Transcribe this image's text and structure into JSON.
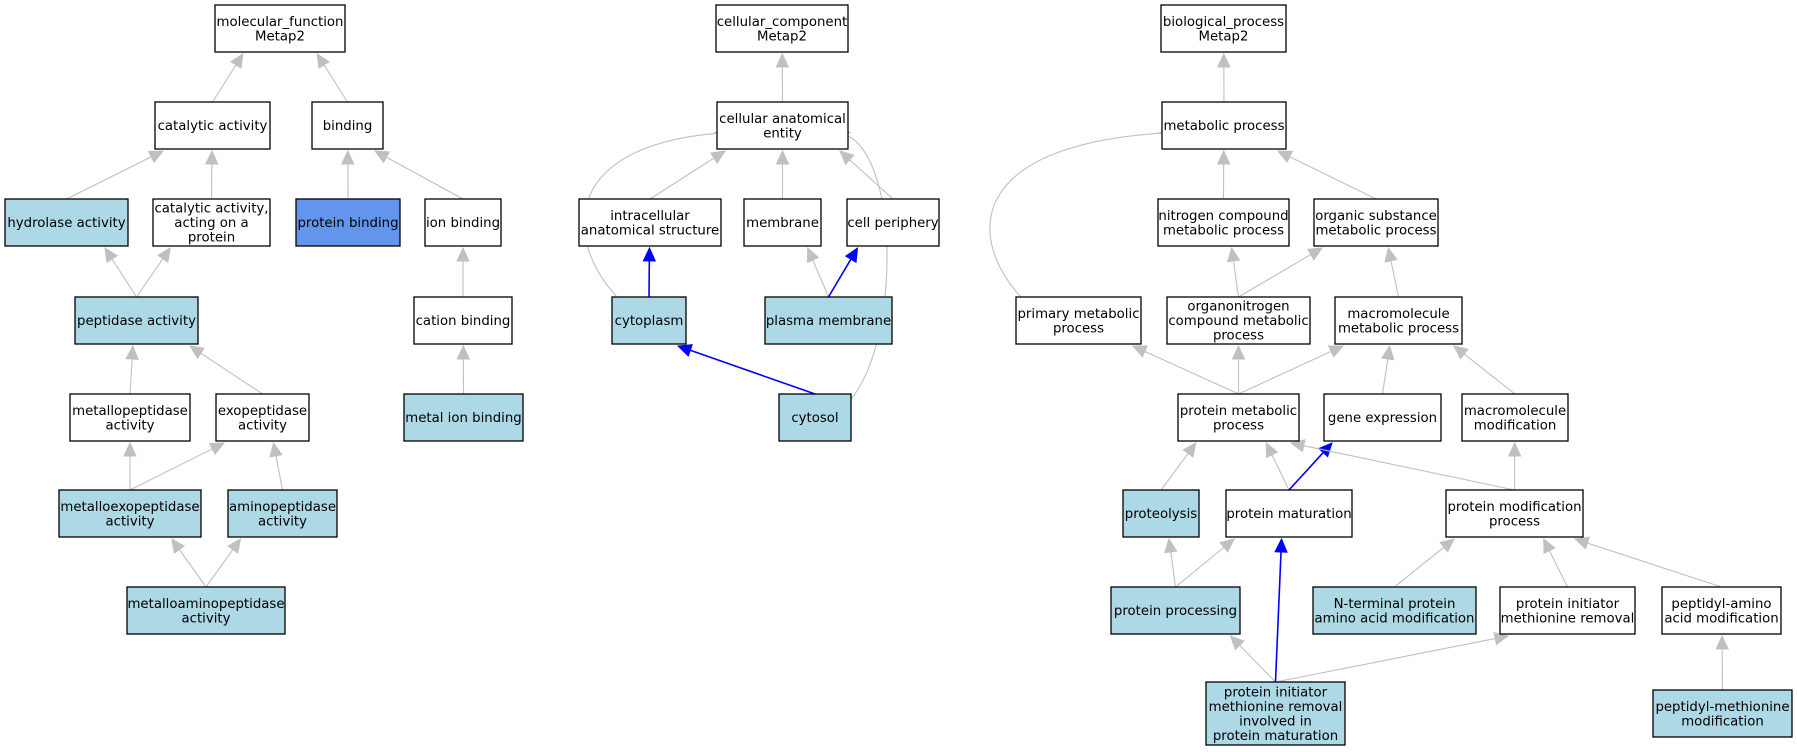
{
  "colors": {
    "plain": "#ffffff",
    "annotated": "#add8e6",
    "highlighted": "#6495ed",
    "edge_gray": "#c0c0c0",
    "edge_blue": "#0000ff"
  },
  "graphs": [
    {
      "root": "molecular_function",
      "nodes": [
        {
          "id": "mf",
          "lines": [
            "molecular_function",
            "Metap2"
          ],
          "fill": "plain"
        },
        {
          "id": "catalytic",
          "lines": [
            "catalytic activity"
          ],
          "fill": "plain"
        },
        {
          "id": "binding",
          "lines": [
            "binding"
          ],
          "fill": "plain"
        },
        {
          "id": "hydrolase",
          "lines": [
            "hydrolase activity"
          ],
          "fill": "annotated"
        },
        {
          "id": "catprot",
          "lines": [
            "catalytic activity,",
            "acting on a",
            "protein"
          ],
          "fill": "plain"
        },
        {
          "id": "protbind",
          "lines": [
            "protein binding"
          ],
          "fill": "highlighted"
        },
        {
          "id": "ionbind",
          "lines": [
            "ion binding"
          ],
          "fill": "plain"
        },
        {
          "id": "peptidase",
          "lines": [
            "peptidase activity"
          ],
          "fill": "annotated"
        },
        {
          "id": "cationbind",
          "lines": [
            "cation binding"
          ],
          "fill": "plain"
        },
        {
          "id": "metallopep",
          "lines": [
            "metallopeptidase",
            "activity"
          ],
          "fill": "plain"
        },
        {
          "id": "exopep",
          "lines": [
            "exopeptidase",
            "activity"
          ],
          "fill": "plain"
        },
        {
          "id": "metalion",
          "lines": [
            "metal ion binding"
          ],
          "fill": "annotated"
        },
        {
          "id": "metalloexo",
          "lines": [
            "metalloexopeptidase",
            "activity"
          ],
          "fill": "annotated"
        },
        {
          "id": "aminopep",
          "lines": [
            "aminopeptidase",
            "activity"
          ],
          "fill": "annotated"
        },
        {
          "id": "metalloamino",
          "lines": [
            "metalloaminopeptidase",
            "activity"
          ],
          "fill": "annotated"
        }
      ]
    },
    {
      "root": "cellular_component",
      "nodes": [
        {
          "id": "cc",
          "lines": [
            "cellular_component",
            "Metap2"
          ],
          "fill": "plain"
        },
        {
          "id": "cae",
          "lines": [
            "cellular anatomical",
            "entity"
          ],
          "fill": "plain"
        },
        {
          "id": "ias",
          "lines": [
            "intracellular",
            "anatomical structure"
          ],
          "fill": "plain"
        },
        {
          "id": "membrane",
          "lines": [
            "membrane"
          ],
          "fill": "plain"
        },
        {
          "id": "cellper",
          "lines": [
            "cell periphery"
          ],
          "fill": "plain"
        },
        {
          "id": "cytoplasm",
          "lines": [
            "cytoplasm"
          ],
          "fill": "annotated"
        },
        {
          "id": "plasmamem",
          "lines": [
            "plasma membrane"
          ],
          "fill": "annotated"
        },
        {
          "id": "cytosol",
          "lines": [
            "cytosol"
          ],
          "fill": "annotated"
        }
      ]
    },
    {
      "root": "biological_process",
      "nodes": [
        {
          "id": "bp",
          "lines": [
            "biological_process",
            "Metap2"
          ],
          "fill": "plain"
        },
        {
          "id": "metproc",
          "lines": [
            "metabolic process"
          ],
          "fill": "plain"
        },
        {
          "id": "nitro",
          "lines": [
            "nitrogen compound",
            "metabolic process"
          ],
          "fill": "plain"
        },
        {
          "id": "orgsub",
          "lines": [
            "organic substance",
            "metabolic process"
          ],
          "fill": "plain"
        },
        {
          "id": "primary",
          "lines": [
            "primary metabolic",
            "process"
          ],
          "fill": "plain"
        },
        {
          "id": "organonitro",
          "lines": [
            "organonitrogen",
            "compound metabolic",
            "process"
          ],
          "fill": "plain"
        },
        {
          "id": "macromet",
          "lines": [
            "macromolecule",
            "metabolic process"
          ],
          "fill": "plain"
        },
        {
          "id": "protmet",
          "lines": [
            "protein metabolic",
            "process"
          ],
          "fill": "plain"
        },
        {
          "id": "geneexp",
          "lines": [
            "gene expression"
          ],
          "fill": "plain"
        },
        {
          "id": "macromod",
          "lines": [
            "macromolecule",
            "modification"
          ],
          "fill": "plain"
        },
        {
          "id": "proteolysis",
          "lines": [
            "proteolysis"
          ],
          "fill": "annotated"
        },
        {
          "id": "protmat",
          "lines": [
            "protein maturation"
          ],
          "fill": "plain"
        },
        {
          "id": "protmodproc",
          "lines": [
            "protein modification",
            "process"
          ],
          "fill": "plain"
        },
        {
          "id": "protproc",
          "lines": [
            "protein processing"
          ],
          "fill": "annotated"
        },
        {
          "id": "nterm",
          "lines": [
            "N-terminal protein",
            "amino acid modification"
          ],
          "fill": "annotated"
        },
        {
          "id": "protinit",
          "lines": [
            "protein initiator",
            "methionine removal"
          ],
          "fill": "plain"
        },
        {
          "id": "peptidylamino",
          "lines": [
            "peptidyl-amino",
            "acid modification"
          ],
          "fill": "plain"
        },
        {
          "id": "protinitmat",
          "lines": [
            "protein initiator",
            "methionine removal",
            "involved in",
            "protein maturation"
          ],
          "fill": "annotated"
        },
        {
          "id": "peptidylmet",
          "lines": [
            "peptidyl-methionine",
            "modification"
          ],
          "fill": "annotated"
        }
      ]
    }
  ],
  "edges": [
    {
      "from": "catalytic",
      "to": "mf",
      "style": "gray"
    },
    {
      "from": "binding",
      "to": "mf",
      "style": "gray"
    },
    {
      "from": "hydrolase",
      "to": "catalytic",
      "style": "gray"
    },
    {
      "from": "catprot",
      "to": "catalytic",
      "style": "gray"
    },
    {
      "from": "protbind",
      "to": "binding",
      "style": "gray"
    },
    {
      "from": "ionbind",
      "to": "binding",
      "style": "gray"
    },
    {
      "from": "peptidase",
      "to": "hydrolase",
      "style": "gray"
    },
    {
      "from": "peptidase",
      "to": "catprot",
      "style": "gray"
    },
    {
      "from": "cationbind",
      "to": "ionbind",
      "style": "gray"
    },
    {
      "from": "metallopep",
      "to": "peptidase",
      "style": "gray"
    },
    {
      "from": "exopep",
      "to": "peptidase",
      "style": "gray"
    },
    {
      "from": "metalion",
      "to": "cationbind",
      "style": "gray"
    },
    {
      "from": "metalloexo",
      "to": "metallopep",
      "style": "gray"
    },
    {
      "from": "metalloexo",
      "to": "exopep",
      "style": "gray"
    },
    {
      "from": "aminopep",
      "to": "exopep",
      "style": "gray"
    },
    {
      "from": "metalloamino",
      "to": "metalloexo",
      "style": "gray"
    },
    {
      "from": "metalloamino",
      "to": "aminopep",
      "style": "gray"
    },
    {
      "from": "cae",
      "to": "cc",
      "style": "gray"
    },
    {
      "from": "ias",
      "to": "cae",
      "style": "gray"
    },
    {
      "from": "membrane",
      "to": "cae",
      "style": "gray"
    },
    {
      "from": "cellper",
      "to": "cae",
      "style": "gray"
    },
    {
      "from": "cytoplasm",
      "to": "cae",
      "style": "gray",
      "curve": "left"
    },
    {
      "from": "cytoplasm",
      "to": "ias",
      "style": "blue"
    },
    {
      "from": "plasmamem",
      "to": "membrane",
      "style": "gray"
    },
    {
      "from": "plasmamem",
      "to": "cellper",
      "style": "blue"
    },
    {
      "from": "cytosol",
      "to": "cytoplasm",
      "style": "blue"
    },
    {
      "from": "cytosol",
      "to": "cae",
      "style": "gray",
      "curve": "right"
    },
    {
      "from": "metproc",
      "to": "bp",
      "style": "gray"
    },
    {
      "from": "nitro",
      "to": "metproc",
      "style": "gray"
    },
    {
      "from": "orgsub",
      "to": "metproc",
      "style": "gray"
    },
    {
      "from": "primary",
      "to": "metproc",
      "style": "gray",
      "curve": "left"
    },
    {
      "from": "organonitro",
      "to": "nitro",
      "style": "gray"
    },
    {
      "from": "organonitro",
      "to": "orgsub",
      "style": "gray"
    },
    {
      "from": "macromet",
      "to": "orgsub",
      "style": "gray"
    },
    {
      "from": "protmet",
      "to": "primary",
      "style": "gray"
    },
    {
      "from": "protmet",
      "to": "organonitro",
      "style": "gray"
    },
    {
      "from": "protmet",
      "to": "macromet",
      "style": "gray"
    },
    {
      "from": "geneexp",
      "to": "macromet",
      "style": "gray"
    },
    {
      "from": "macromod",
      "to": "macromet",
      "style": "gray"
    },
    {
      "from": "proteolysis",
      "to": "protmet",
      "style": "gray"
    },
    {
      "from": "protmat",
      "to": "protmet",
      "style": "gray"
    },
    {
      "from": "protmat",
      "to": "geneexp",
      "style": "blue"
    },
    {
      "from": "protmodproc",
      "to": "protmet",
      "style": "gray"
    },
    {
      "from": "protmodproc",
      "to": "macromod",
      "style": "gray"
    },
    {
      "from": "protproc",
      "to": "proteolysis",
      "style": "gray"
    },
    {
      "from": "protproc",
      "to": "protmat",
      "style": "gray"
    },
    {
      "from": "nterm",
      "to": "protmodproc",
      "style": "gray"
    },
    {
      "from": "protinit",
      "to": "protmodproc",
      "style": "gray"
    },
    {
      "from": "peptidylamino",
      "to": "protmodproc",
      "style": "gray"
    },
    {
      "from": "protinitmat",
      "to": "protproc",
      "style": "gray"
    },
    {
      "from": "protinitmat",
      "to": "protmat",
      "style": "blue"
    },
    {
      "from": "protinitmat",
      "to": "protinit",
      "style": "gray"
    },
    {
      "from": "peptidylmet",
      "to": "peptidylamino",
      "style": "gray"
    }
  ]
}
